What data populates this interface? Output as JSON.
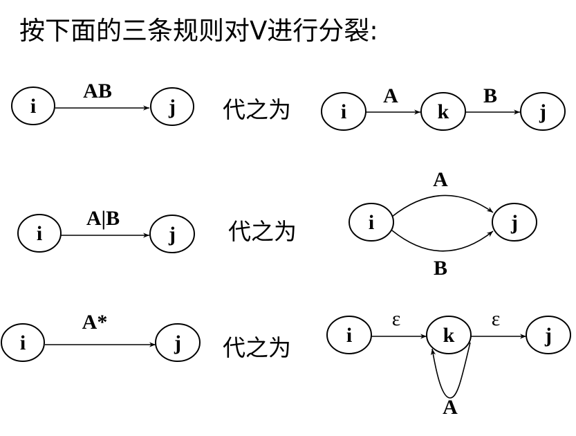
{
  "title": "按下面的三条规则对V进行分裂:",
  "replace_text": "代之为",
  "rules": [
    {
      "left": {
        "from": "i",
        "to": "j",
        "label": "AB"
      },
      "right": {
        "nodes": [
          "i",
          "k",
          "j"
        ],
        "labels": [
          "A",
          "B"
        ]
      }
    },
    {
      "left": {
        "from": "i",
        "to": "j",
        "label": "A|B"
      },
      "right": {
        "nodes": [
          "i",
          "j"
        ],
        "labels": [
          "A",
          "B"
        ]
      }
    },
    {
      "left": {
        "from": "i",
        "to": "j",
        "label": "A*"
      },
      "right": {
        "nodes": [
          "i",
          "k",
          "j"
        ],
        "labels": [
          "ε",
          "ε"
        ],
        "loop_label": "A"
      }
    }
  ]
}
